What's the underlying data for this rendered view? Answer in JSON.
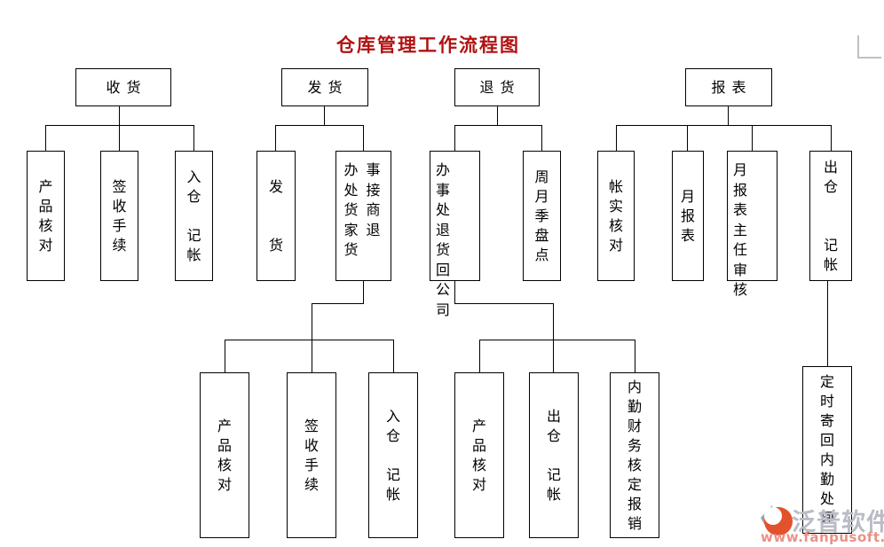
{
  "title": {
    "text": "仓库管理工作流程图"
  },
  "top_nodes": [
    {
      "label": "收货"
    },
    {
      "label": "发货"
    },
    {
      "label": "退货"
    },
    {
      "label": "报表"
    }
  ],
  "mid_nodes": [
    {
      "text": "产\n品\n核\n对"
    },
    {
      "text": "签\n收\n手\n续"
    },
    {
      "text": "入\n仓\n\n记\n帐"
    },
    {
      "text": "发\n\n\n货"
    },
    {
      "text": "办事\n处接\n货商\n家退\n货"
    },
    {
      "text": "办事\n处退\n货回\n公司"
    },
    {
      "text": "周\n月\n季\n盘\n点"
    },
    {
      "text": "帐\n实\n核\n对"
    },
    {
      "text": "月\n报\n表"
    },
    {
      "text": "月报\n表主\n任审\n核"
    },
    {
      "text": "出\n仓\n\n\n记\n帐"
    }
  ],
  "bottom_nodes": [
    {
      "text": "产\n品\n核\n对"
    },
    {
      "text": "签\n收\n手\n续"
    },
    {
      "text": "入\n仓\n\n记\n帐"
    },
    {
      "text": "产\n品\n核\n对"
    },
    {
      "text": "出\n仓\n\n记\n帐"
    },
    {
      "text": "内\n勤\n财\n务\n核\n定\n报\n销"
    },
    {
      "text": "定\n时\n寄\n回\n内\n勤\n处\n理"
    }
  ],
  "watermark": {
    "brand": "泛普软件",
    "url": "www.fanpusoft.com"
  },
  "colors": {
    "title": "#b01212",
    "line": "#000000",
    "brand": "#b9bcc6",
    "url": "#e99188",
    "logo_orange": "#e2522c",
    "logo_gray": "#9aa0a8",
    "corner": "#c0c0c0"
  }
}
